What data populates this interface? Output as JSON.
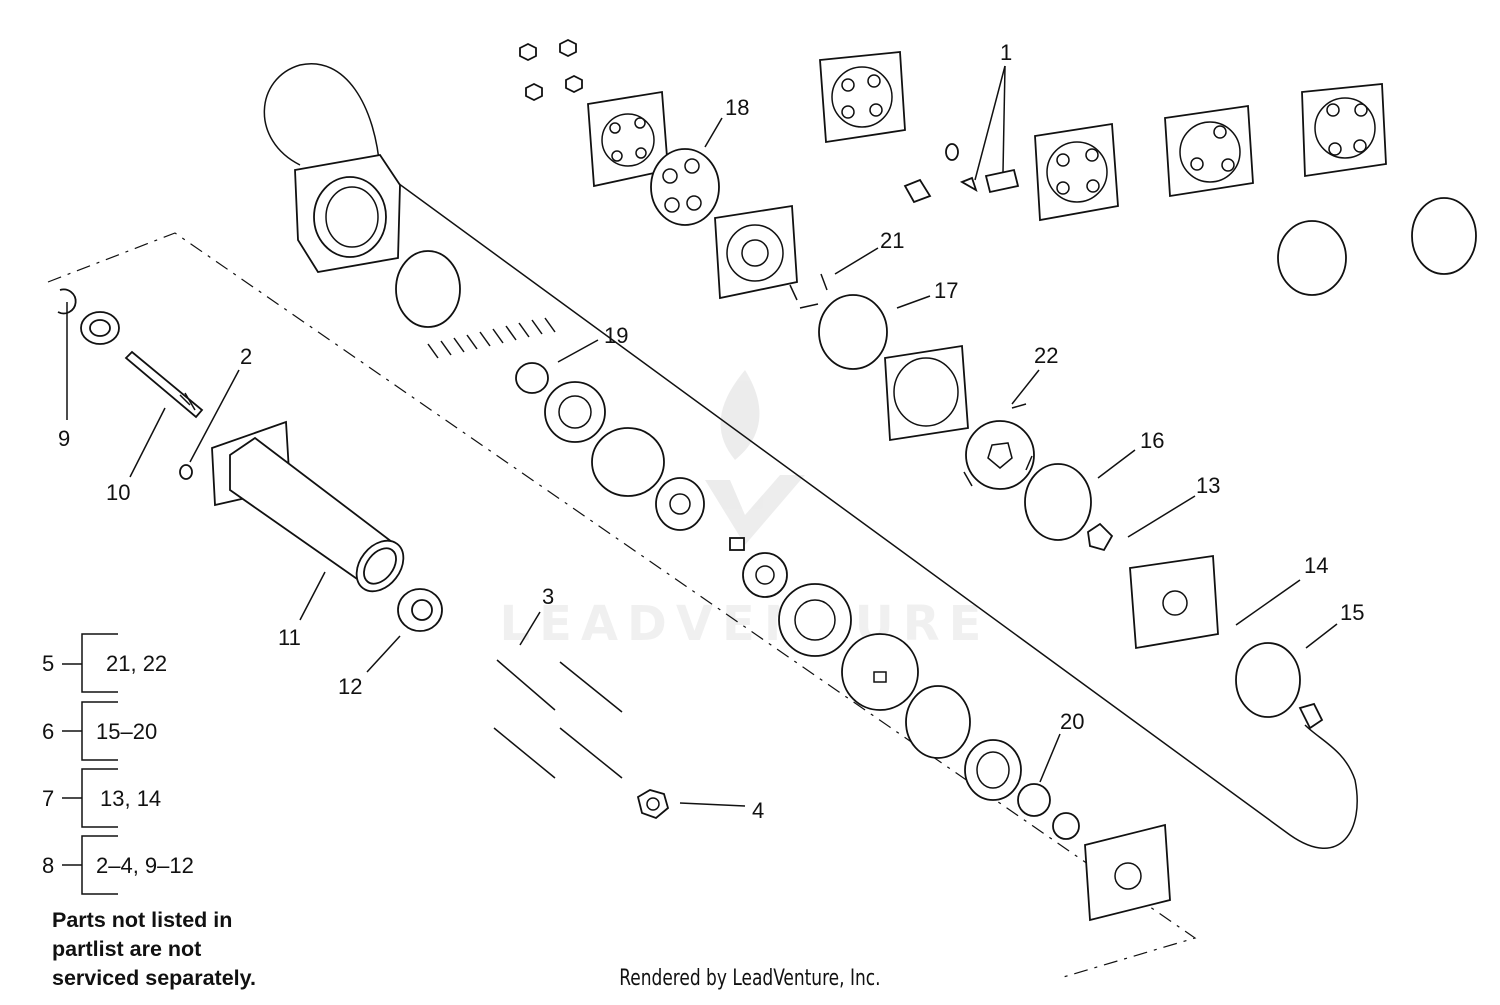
{
  "callouts": [
    {
      "id": "1",
      "label": "1"
    },
    {
      "id": "2",
      "label": "2"
    },
    {
      "id": "3",
      "label": "3"
    },
    {
      "id": "4",
      "label": "4"
    },
    {
      "id": "9",
      "label": "9"
    },
    {
      "id": "10",
      "label": "10"
    },
    {
      "id": "11",
      "label": "11"
    },
    {
      "id": "12",
      "label": "12"
    },
    {
      "id": "13",
      "label": "13"
    },
    {
      "id": "14",
      "label": "14"
    },
    {
      "id": "15",
      "label": "15"
    },
    {
      "id": "16",
      "label": "16"
    },
    {
      "id": "17",
      "label": "17"
    },
    {
      "id": "18",
      "label": "18"
    },
    {
      "id": "19",
      "label": "19"
    },
    {
      "id": "20",
      "label": "20"
    },
    {
      "id": "21",
      "label": "21"
    },
    {
      "id": "22",
      "label": "22"
    }
  ],
  "kit_groups": [
    {
      "number": "5",
      "contents": "21, 22"
    },
    {
      "number": "6",
      "contents": "15–20"
    },
    {
      "number": "7",
      "contents": "13, 14"
    },
    {
      "number": "8",
      "contents": "2–4, 9–12"
    }
  ],
  "note": {
    "line1": "Parts not listed in",
    "line2": "partlist are not",
    "line3": "serviced separately."
  },
  "watermark": "LEADVENTURE",
  "footer": "Rendered by LeadVenture, Inc."
}
